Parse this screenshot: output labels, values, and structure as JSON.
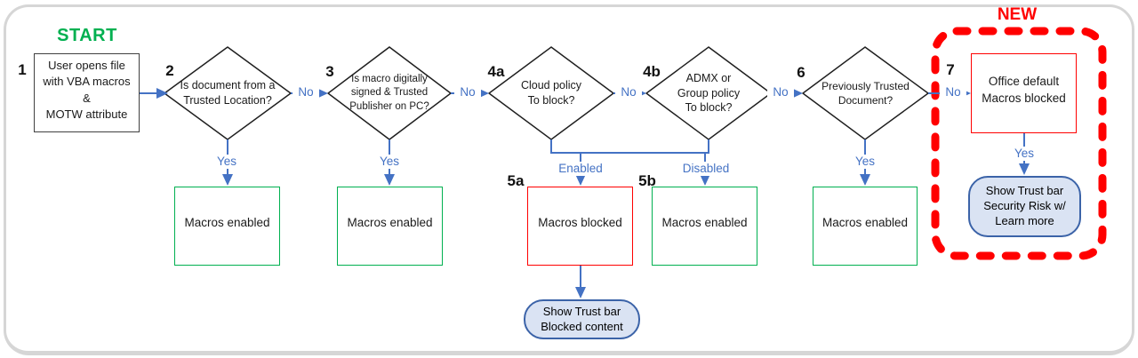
{
  "start_label": "START",
  "new_label": "NEW",
  "colors": {
    "arrow_blue": "#4472C4",
    "green": "#00B050",
    "red": "#FF0000",
    "process_border": "#404040",
    "callout_fill": "#DAE3F3",
    "callout_border": "#3B63A8",
    "frame_gray": "#d6d6d6"
  },
  "steps": {
    "1": {
      "num": "1",
      "text": "User opens file\nwith VBA macros\n&\nMOTW attribute"
    },
    "2": {
      "num": "2",
      "text": "Is document from a\nTrusted Location?"
    },
    "3": {
      "num": "3",
      "text": "Is macro digitally\nsigned & Trusted\nPublisher on PC?"
    },
    "4a": {
      "num": "4a",
      "text": "Cloud policy\nTo block?"
    },
    "4b": {
      "num": "4b",
      "text": "ADMX or\nGroup policy\nTo block?"
    },
    "5a": {
      "num": "5a",
      "text": "Macros blocked"
    },
    "5b": {
      "num": "5b",
      "text": "Macros enabled"
    },
    "6": {
      "num": "6",
      "text": "Previously Trusted\nDocument?"
    },
    "7": {
      "num": "7",
      "text": "Office default\nMacros blocked"
    }
  },
  "outcomes": {
    "after2": "Macros enabled",
    "after3": "Macros enabled",
    "after6": "Macros enabled"
  },
  "callouts": {
    "blocked_content": "Show Trust bar\nBlocked content",
    "security_risk": "Show Trust bar\nSecurity Risk w/\nLearn more"
  },
  "edges": {
    "no_2": "No",
    "no_3": "No",
    "no_4a": "No",
    "no_4b": "No",
    "no_6": "No",
    "yes_2": "Yes",
    "yes_3": "Yes",
    "yes_6": "Yes",
    "yes_7": "Yes",
    "enabled": "Enabled",
    "disabled": "Disabled"
  }
}
